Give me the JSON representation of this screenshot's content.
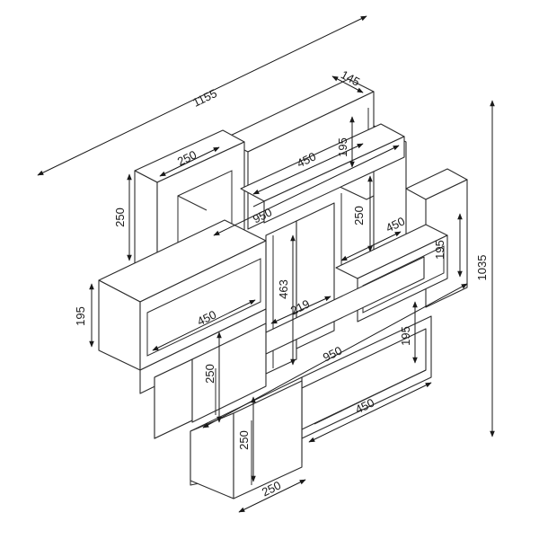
{
  "dimensions": {
    "overall_width": "1155",
    "overall_height": "1035",
    "top_depth": "145",
    "top_box_width": "250",
    "top_box_height": "250",
    "top_long_length": "450",
    "top_shelf_height": "195",
    "center_shelf_length": "950",
    "right_upper_height": "250",
    "right_upper_length": "450",
    "right_box_height": "195",
    "center_post_height": "463",
    "center_post_offset": "219",
    "left_shelf_height": "195",
    "left_shelf_length": "450",
    "lower_shelf_length": "950",
    "lower_left_height": "250",
    "lower_right_height": "195",
    "bottom_long_length": "450",
    "bottom_box_height": "250",
    "bottom_box_width": "250"
  }
}
